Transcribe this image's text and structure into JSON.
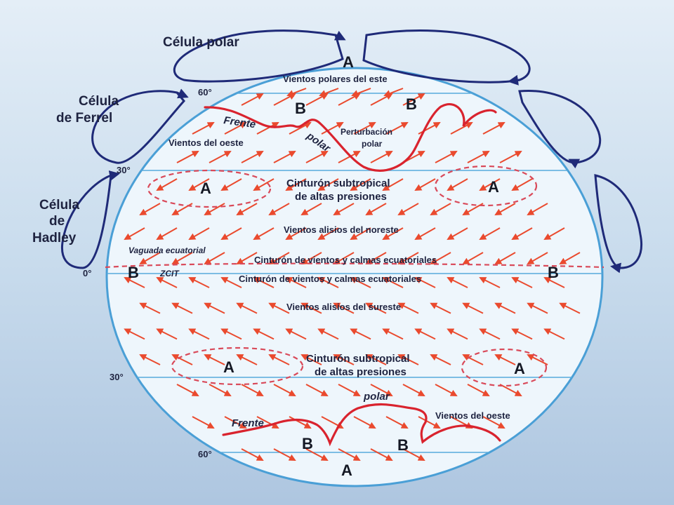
{
  "colors": {
    "background_top": "#e4eef7",
    "background_bottom": "#aec6e0",
    "globe_fill": "#eef6fc",
    "globe_stroke": "#4a9fd6",
    "latitude_line": "#57aadb",
    "cell_stroke": "#1f2a78",
    "wind_arrow": "#ea4a2e",
    "front": "#d9232e",
    "pressure_outline": "#d94a5a",
    "text": "#1e2340"
  },
  "cells": {
    "polar": "Célula polar",
    "ferrel_line1": "Célula",
    "ferrel_line2": "de Ferrel",
    "hadley_line1": "Célula",
    "hadley_line2": "de",
    "hadley_line3": "Hadley"
  },
  "latitudes": {
    "north_60": "60°",
    "north_30": "30°",
    "equator": "0°",
    "south_30": "30°",
    "south_60": "60°"
  },
  "labels": {
    "pole_top_pressure": "A",
    "polar_easterlies": "Vientos polares del este",
    "front_north_word1": "Frente",
    "front_north_word2": "polar",
    "polar_disturbance_line1": "Perturbación",
    "polar_disturbance_line2": "polar",
    "westerlies_north": "Vientos del oeste",
    "low_north_left": "B",
    "low_north_right": "B",
    "subtropical_north_line1": "Cinturón subtropical",
    "subtropical_north_line2": "de altas presiones",
    "high_north_left": "A",
    "high_north_right": "A",
    "trade_winds_ne": "Vientos alisios del noreste",
    "equatorial_trough": "Vaguada ecuatorial",
    "itcz": "ZCIT",
    "doldrums_upper": "Cinturón de vientos y calmas ecuatoriales",
    "doldrums_lower": "Cinturón de vientos y calmas ecuatoriales",
    "low_equator_left": "B",
    "low_equator_right": "B",
    "trade_winds_se": "Vientos alisios del sureste",
    "subtropical_south_line1": "Cinturón subtropical",
    "subtropical_south_line2": "de altas presiones",
    "high_south_left": "A",
    "high_south_right": "A",
    "front_south_word1": "polar",
    "front_south_word2": "Frente",
    "westerlies_south": "Vientos del oeste",
    "low_south_left": "B",
    "low_south_right": "B",
    "pole_bottom_pressure": "A"
  },
  "arrow_icon": "wind-arrow-icon"
}
